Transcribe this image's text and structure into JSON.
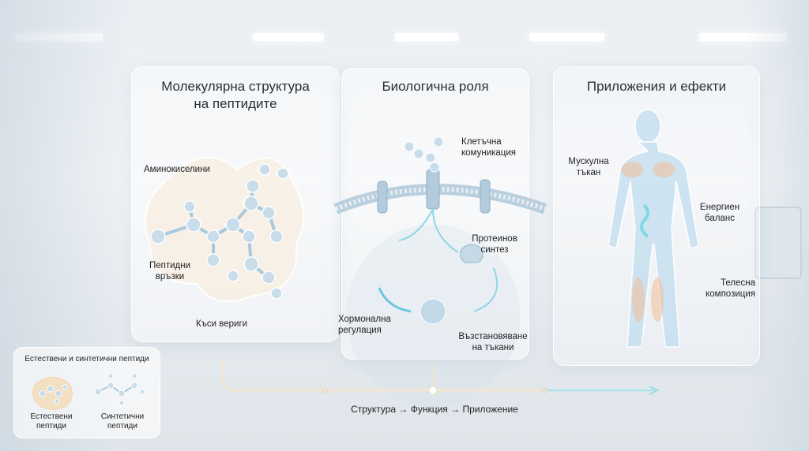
{
  "panels": [
    {
      "title_line1": "Молекулярна структура",
      "title_line2": "на пептидите",
      "labels": {
        "amino": "Аминокиселини",
        "bonds_1": "Пептидни",
        "bonds_2": "връзки",
        "chains": "Къси вериги"
      }
    },
    {
      "title": "Биологична роля",
      "labels": {
        "comm_1": "Клетъчна",
        "comm_2": "комуникация",
        "prot_1": "Протеинов",
        "prot_2": "синтез",
        "horm_1": "Хормонална",
        "horm_2": "регулация",
        "rep_1": "Възстановяване",
        "rep_2": "на тъкани"
      }
    },
    {
      "title": "Приложения и ефекти",
      "labels": {
        "muscle_1": "Мускулна",
        "muscle_2": "тъкан",
        "energy_1": "Енергиен",
        "energy_2": "баланс",
        "body_1": "Телесна",
        "body_2": "композиция"
      }
    }
  ],
  "legend": {
    "title": "Естествени и синтетични пептиди",
    "natural_1": "Естествени",
    "natural_2": "пептиди",
    "synthetic_1": "Синтетични",
    "synthetic_2": "пептиди"
  },
  "flow": {
    "text": "Структура → Функция → Приложение"
  },
  "colors": {
    "accent": "#8fc9dc",
    "warm": "#f3c98f",
    "molecule": "#a9c9de"
  }
}
